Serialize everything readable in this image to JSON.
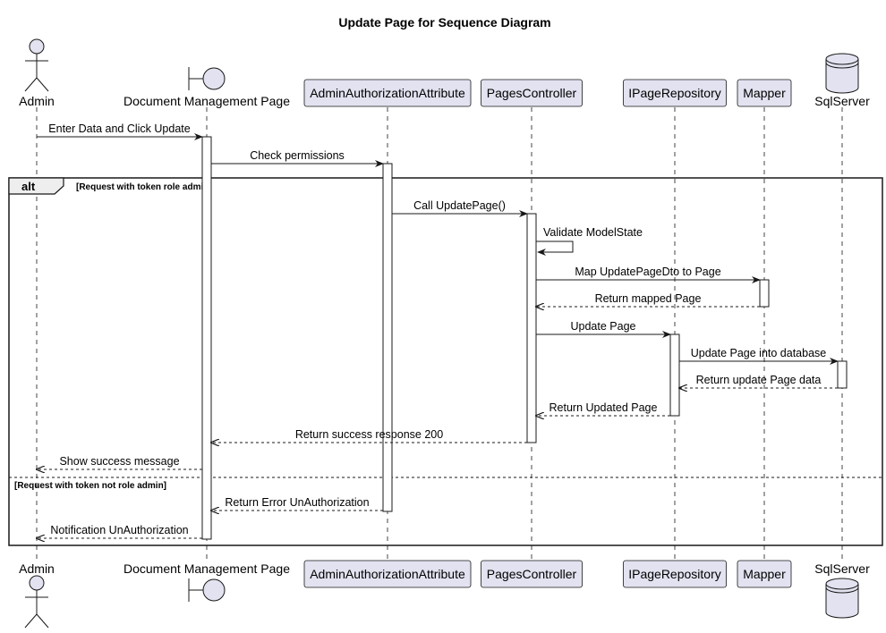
{
  "title": "Update Page for  Sequence Diagram",
  "participants": [
    {
      "id": "admin",
      "label": "Admin",
      "kind": "actor"
    },
    {
      "id": "dmp",
      "label": "Document Management Page",
      "kind": "boundary"
    },
    {
      "id": "auth",
      "label": "AdminAuthorizationAttribute",
      "kind": "participant"
    },
    {
      "id": "pc",
      "label": "PagesController",
      "kind": "participant"
    },
    {
      "id": "repo",
      "label": "IPageRepository",
      "kind": "participant"
    },
    {
      "id": "mapper",
      "label": "Mapper",
      "kind": "participant"
    },
    {
      "id": "sql",
      "label": "SqlServer",
      "kind": "database"
    }
  ],
  "messages": [
    {
      "from": "admin",
      "to": "dmp",
      "label": "Enter Data and Click Update",
      "style": "solid"
    },
    {
      "from": "dmp",
      "to": "auth",
      "label": "Check permissions",
      "style": "solid"
    },
    {
      "from": "auth",
      "to": "pc",
      "label": "Call UpdatePage()",
      "style": "solid"
    },
    {
      "from": "pc",
      "to": "pc",
      "label": "Validate ModelState",
      "style": "self"
    },
    {
      "from": "pc",
      "to": "mapper",
      "label": "Map UpdatePageDto to Page",
      "style": "solid"
    },
    {
      "from": "mapper",
      "to": "pc",
      "label": "Return mapped Page",
      "style": "dashed"
    },
    {
      "from": "pc",
      "to": "repo",
      "label": "Update Page",
      "style": "solid"
    },
    {
      "from": "repo",
      "to": "sql",
      "label": "Update Page into database",
      "style": "solid"
    },
    {
      "from": "sql",
      "to": "repo",
      "label": "Return update Page data",
      "style": "dashed"
    },
    {
      "from": "repo",
      "to": "pc",
      "label": "Return Updated Page",
      "style": "dashed"
    },
    {
      "from": "pc",
      "to": "dmp",
      "label": "Return success response 200",
      "style": "dashed"
    },
    {
      "from": "dmp",
      "to": "admin",
      "label": "Show success message",
      "style": "dashed"
    },
    {
      "from": "auth",
      "to": "dmp",
      "label": "Return Error UnAuthorization",
      "style": "dashed"
    },
    {
      "from": "dmp",
      "to": "admin",
      "label": "Notification UnAuthorization",
      "style": "dashed"
    }
  ],
  "alt_fragment": {
    "keyword": "alt",
    "guards": [
      "[Request with token role admin]",
      "[Request with token not role admin]"
    ]
  },
  "colors": {
    "participant_fill": "#E2E2F0",
    "participant_border": "#181818",
    "activation_fill": "#FFFFFF",
    "line": "#181818"
  }
}
